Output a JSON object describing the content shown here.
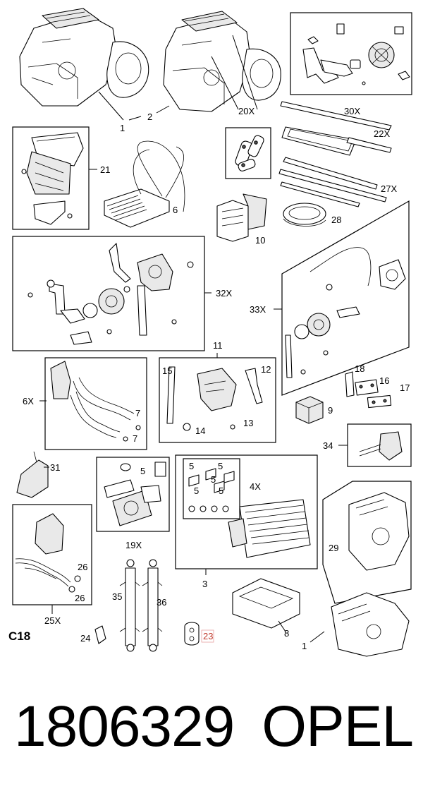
{
  "diagram": {
    "section": "C18",
    "callouts": {
      "c1": "1",
      "c1b": "1",
      "c2": "2",
      "c3": "3",
      "c4x": "4X",
      "c5a": "5",
      "c5b": "5",
      "c5c": "5",
      "c5d": "5",
      "c5e": "5",
      "c5f": "5",
      "c6": "6",
      "c6x": "6X",
      "c7a": "7",
      "c7b": "7",
      "c8": "8",
      "c9": "9",
      "c10": "10",
      "c11": "11",
      "c12": "12",
      "c13": "13",
      "c14": "14",
      "c15": "15",
      "c16": "16",
      "c17": "17",
      "c18": "18",
      "c19x": "19X",
      "c20x": "20X",
      "c21": "21",
      "c22x": "22X",
      "c23": "23",
      "c24": "24",
      "c25x": "25X",
      "c26a": "26",
      "c26b": "26",
      "c27x": "27X",
      "c28": "28",
      "c29": "29",
      "c30x": "30X",
      "c31": "31",
      "c32x": "32X",
      "c33x": "33X",
      "c34": "34",
      "c35": "35",
      "c36": "36"
    }
  },
  "footer": {
    "part_number": "1806329",
    "brand": "OPEL"
  }
}
